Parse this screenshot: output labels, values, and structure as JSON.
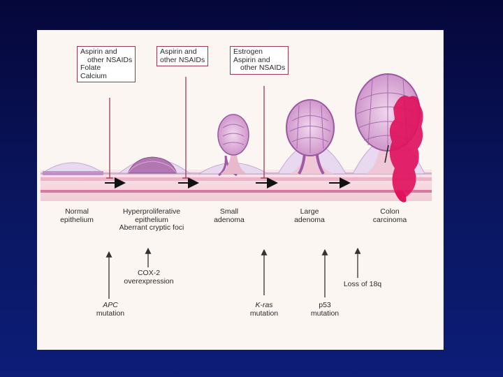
{
  "inhibitor_boxes": [
    {
      "lines": [
        "Aspirin and",
        "other NSAIDs",
        "Folate",
        "Calcium"
      ]
    },
    {
      "lines": [
        "Aspirin and",
        "other NSAIDs"
      ]
    },
    {
      "lines": [
        "Estrogen",
        "Aspirin and",
        "other NSAIDs"
      ]
    }
  ],
  "stages": [
    {
      "lines": [
        "Normal",
        "epithelium"
      ]
    },
    {
      "lines": [
        "Hyperproliferative",
        "epithelium",
        "Aberrant cryptic foci"
      ]
    },
    {
      "lines": [
        "Small",
        "adenoma"
      ]
    },
    {
      "lines": [
        "Large",
        "adenoma"
      ]
    },
    {
      "lines": [
        "Colon",
        "carcinoma"
      ]
    }
  ],
  "events": [
    {
      "gene": "APC",
      "label": "mutation"
    },
    {
      "label": "COX-2",
      "label2": "overexpression"
    },
    {
      "gene": "K-ras",
      "label": "mutation"
    },
    {
      "label": "p53",
      "label2": "mutation"
    },
    {
      "label": "Loss of 18q"
    }
  ],
  "colors": {
    "background": "#0a1660",
    "panel": "#fbf6f2",
    "tissue_pink": "#f4d4dc",
    "muscle_band": "#d77aa0",
    "polyp_purple": "#b06aac",
    "polyp_light": "#e6c4e2",
    "carcinoma": "#e0125e",
    "arrow": "#111111"
  }
}
